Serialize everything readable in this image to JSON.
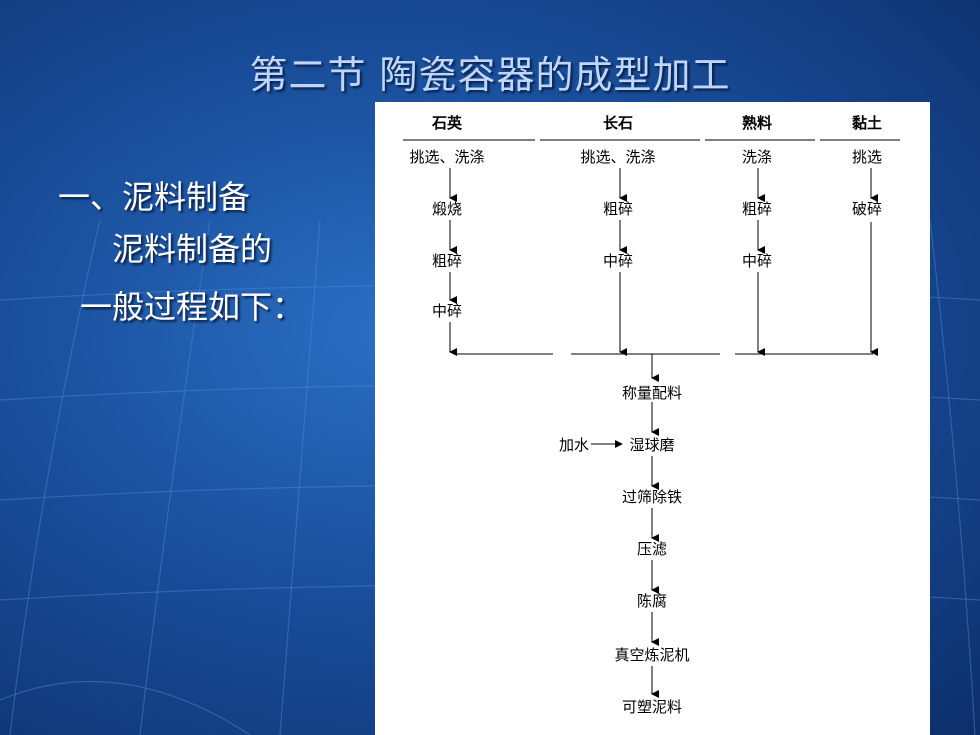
{
  "slide": {
    "title": "第二节 陶瓷容器的成型加工",
    "heading": "一、泥料制备",
    "subheading_line1": "泥料制备的",
    "subheading_line2": "一般过程如下："
  },
  "flowchart": {
    "columns": [
      {
        "header": "石英",
        "steps": [
          "挑选、洗涤",
          "煅烧",
          "粗碎",
          "中碎"
        ]
      },
      {
        "header": "长石",
        "steps": [
          "挑选、洗涤",
          "粗碎",
          "中碎"
        ]
      },
      {
        "header": "熟料",
        "steps": [
          "洗涤",
          "粗碎",
          "中碎"
        ]
      },
      {
        "header": "黏土",
        "steps": [
          "挑选",
          "破碎"
        ]
      }
    ],
    "main_steps": [
      "称量配料",
      "湿球磨",
      "过筛除铁",
      "压滤",
      "陈腐",
      "真空炼泥机",
      "可塑泥料"
    ],
    "side_input": "加水"
  }
}
